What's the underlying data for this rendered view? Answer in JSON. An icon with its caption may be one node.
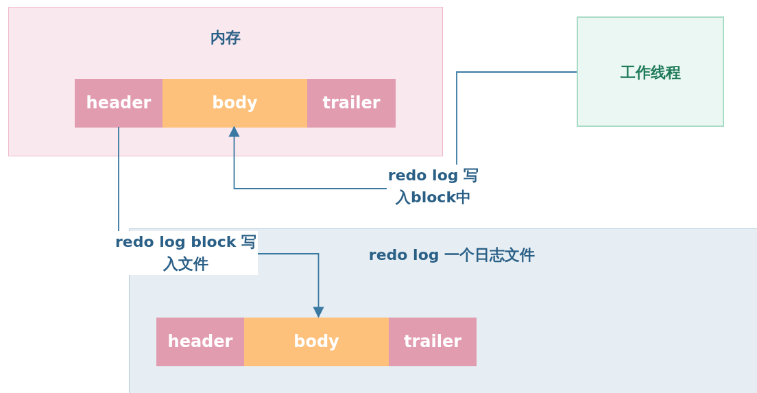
{
  "diagram": {
    "nodes": [
      {
        "text": [
          "内存"
        ]
      },
      {
        "text": [
          "header"
        ],
        "in": 0
      },
      {
        "text": [
          "body"
        ],
        "in": 0
      },
      {
        "text": [
          "trailer"
        ],
        "in": 0
      },
      {
        "text": [
          "工作线程"
        ]
      },
      {
        "text": [
          "redo log 一个日志文件"
        ]
      },
      {
        "text": [
          "header"
        ],
        "in": 5
      },
      {
        "text": [
          "body"
        ],
        "in": 5
      },
      {
        "text": [
          "trailer"
        ],
        "in": 5
      }
    ],
    "edges": [
      {
        "from": 4,
        "to": 2,
        "arrow": "to",
        "label": "redo log 写入block中"
      },
      {
        "from": 1,
        "to": 7,
        "arrow": "to",
        "label": "redo log block 写入文件"
      }
    ]
  }
}
